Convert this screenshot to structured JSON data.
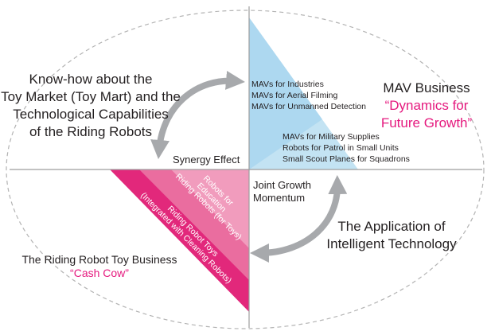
{
  "colors": {
    "pink_text": "#e5197e",
    "triangle_light_blue": "#c3e3f3",
    "triangle_dark_blue": "#a9d6ee",
    "band_light_pink": "#f19cbd",
    "band_mid_pink": "#ea6d9f",
    "band_dark_pink": "#e2287b",
    "arrow_gray": "#a7a9ac",
    "axis_gray": "#9d9d9d",
    "ellipse_gray": "#b3b3b3"
  },
  "left_top": {
    "line1": "Know-how about the",
    "line2": "Toy Market (Toy Mart) and the",
    "line3": "Technological Capabilities",
    "line4": "of the Riding Robots"
  },
  "right_top": {
    "title": "MAV Business",
    "subtitle_line1": "“Dynamics for",
    "subtitle_line2": "Future Growth”"
  },
  "mav_list_1": [
    "MAVs for Industries",
    "MAVs for Aerial Filming",
    "MAVs for Unmanned Detection"
  ],
  "mav_list_2": [
    "MAVs for Military Supplies",
    "Robots for Patrol in Small Units",
    "Small Scout Planes for Squadrons"
  ],
  "synergy_label": "Synergy Effect",
  "joint_growth": {
    "line1": "Joint Growth",
    "line2": "Momentum"
  },
  "application": {
    "line1": "The Application of",
    "line2": "Intelligent Technology"
  },
  "toy_business": {
    "title": "The Riding Robot Toy Business",
    "subtitle": "“Cash Cow”"
  },
  "bands": {
    "band1_line1": "Robots for",
    "band1_line2": "Education",
    "band2_line1": "Riding Robots (for Toys)",
    "band3_line1": "Riding Robot Toys",
    "band3_line2": "(Integrated with Cleaning Robots)"
  },
  "icons": [
    "synergy-arrow-icon",
    "growth-arrow-icon"
  ]
}
